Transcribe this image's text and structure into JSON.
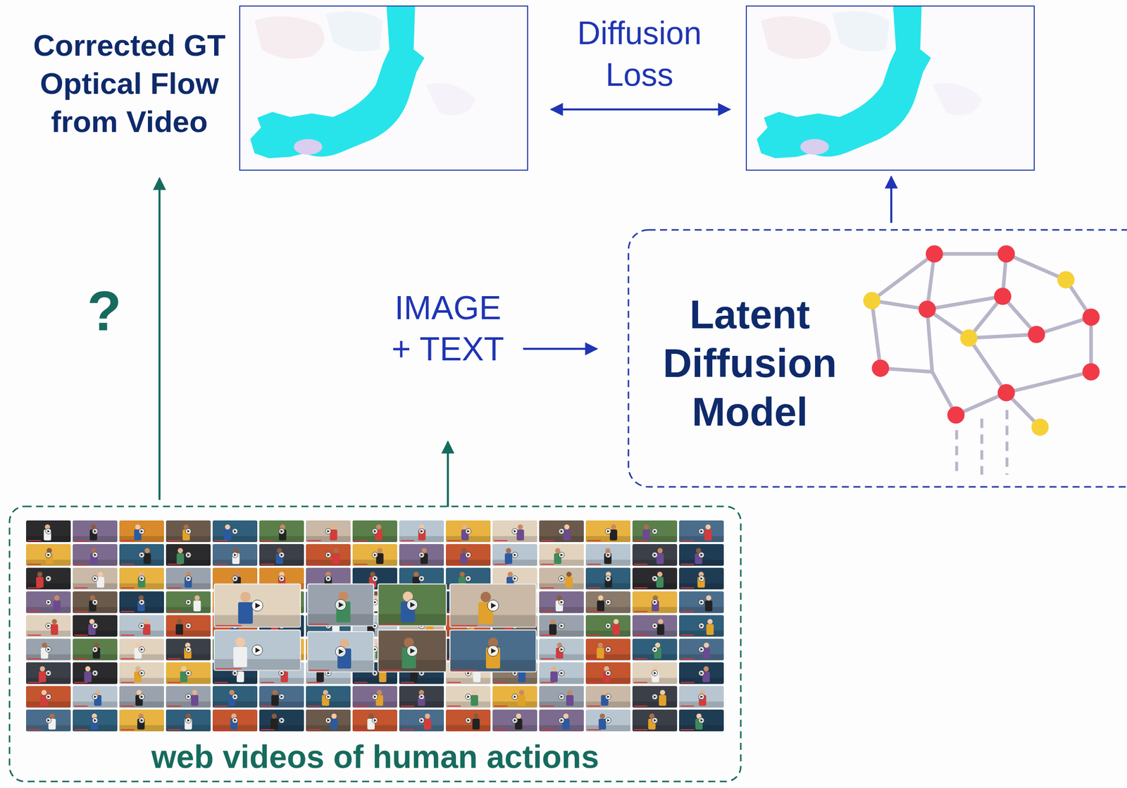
{
  "diagram": {
    "nodes": [
      {
        "text": [
          "Corrected GT Optical Flow from Video"
        ]
      },
      {
        "text": []
      },
      {
        "text": [
          "IMAGE + TEXT"
        ]
      },
      {
        "text": [
          "Latent Diffusion Model"
        ]
      },
      {
        "text": [
          "web videos of human actions"
        ]
      }
    ],
    "edges": [
      {
        "from": 0,
        "to": 1,
        "label": "Diffusion Loss",
        "arrow": "both"
      },
      {
        "from": 3,
        "to": 1,
        "arrow": "to"
      },
      {
        "from": 2,
        "to": 3,
        "arrow": "to"
      },
      {
        "from": 4,
        "to": 2,
        "arrow": "to"
      },
      {
        "from": 4,
        "to": 0,
        "label": "?",
        "arrow": "to"
      }
    ]
  }
}
